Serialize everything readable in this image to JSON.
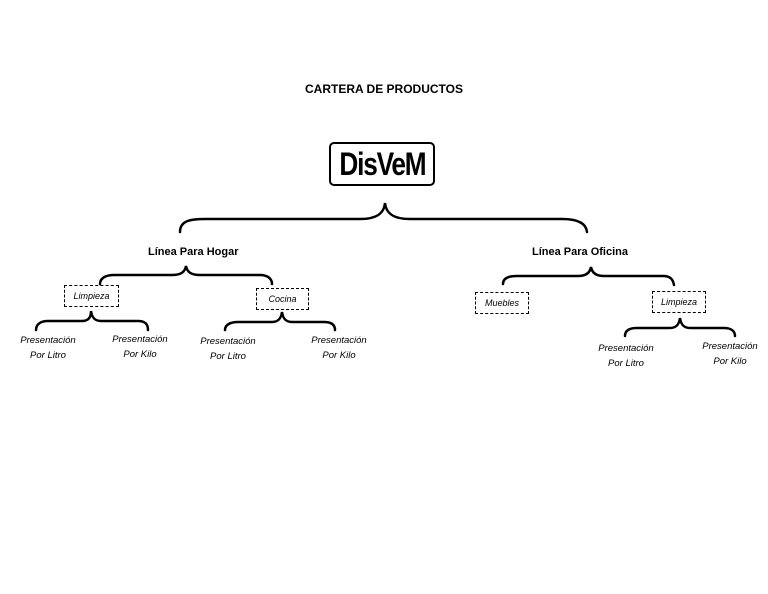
{
  "title": "CARTERA DE PRODUCTOS",
  "logo": "DisVeM",
  "lines": [
    {
      "name": "Línea Para Hogar",
      "categories": [
        {
          "name": "Limpieza",
          "items": [
            "Presentación\nPor Litro",
            "Presentación\nPor Kilo"
          ]
        },
        {
          "name": "Cocina",
          "items": [
            "Presentación\nPor Litro",
            "Presentación\nPor Kilo"
          ]
        }
      ]
    },
    {
      "name": "Línea Para Oficina",
      "categories": [
        {
          "name": "Muebles",
          "items": []
        },
        {
          "name": "Limpieza",
          "items": [
            "Presentación\nPor Litro",
            "Presentación\nPor Kilo"
          ]
        }
      ]
    }
  ]
}
